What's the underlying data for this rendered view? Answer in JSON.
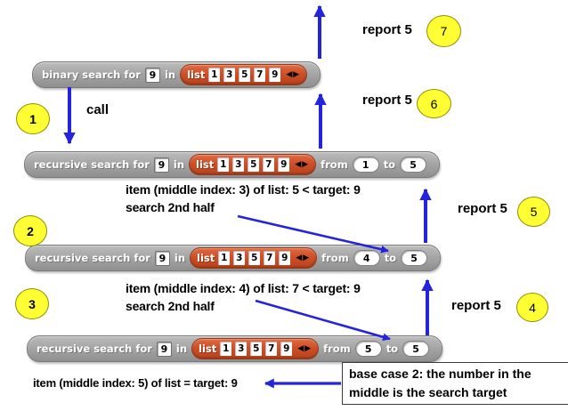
{
  "colors": {
    "block_gray": "#a6a6a6",
    "block_border": "#787878",
    "list_orange": "#cf4f27",
    "arrow_blue": "#2424dd",
    "badge_yellow": "#ffff33",
    "badge_border": "#8f8f00",
    "text": "#000000"
  },
  "blocks": [
    {
      "id": "binary-search",
      "prefix": "binary search for",
      "target": "9",
      "in_label": "in",
      "list": {
        "label": "list",
        "items": [
          "1",
          "3",
          "5",
          "7",
          "9"
        ],
        "arrows_icon": "◀▶"
      }
    },
    {
      "id": "recursive-search-1",
      "prefix": "recursive search for",
      "target": "9",
      "in_label": "in",
      "list": {
        "label": "list",
        "items": [
          "1",
          "3",
          "5",
          "7",
          "9"
        ],
        "arrows_icon": "◀▶"
      },
      "from_label": "from",
      "from_value": "1",
      "to_label": "to",
      "to_value": "5"
    },
    {
      "id": "recursive-search-2",
      "prefix": "recursive search for",
      "target": "9",
      "in_label": "in",
      "list": {
        "label": "list",
        "items": [
          "1",
          "3",
          "5",
          "7",
          "9"
        ],
        "arrows_icon": "◀▶"
      },
      "from_label": "from",
      "from_value": "4",
      "to_label": "to",
      "to_value": "5"
    },
    {
      "id": "recursive-search-3",
      "prefix": "recursive search for",
      "target": "9",
      "in_label": "in",
      "list": {
        "label": "list",
        "items": [
          "1",
          "3",
          "5",
          "7",
          "9"
        ],
        "arrows_icon": "◀▶"
      },
      "from_label": "from",
      "from_value": "5",
      "to_label": "to",
      "to_value": "5"
    }
  ],
  "call_label": "call",
  "step_badges": [
    "1",
    "2",
    "3"
  ],
  "reports": [
    {
      "label": "report 5",
      "badge": "7"
    },
    {
      "label": "report 5",
      "badge": "6"
    },
    {
      "label": "report 5",
      "badge": "5"
    },
    {
      "label": "report 5",
      "badge": "4"
    }
  ],
  "annotations": {
    "step2_line1": "item (middle index: 3) of list: 5 < target: 9",
    "step2_line2": "search 2nd half",
    "step3_line1": "item (middle index: 4) of list: 7 < target: 9",
    "step3_line2": "search 2nd half",
    "final_line": "item (middle index: 5) of list = target: 9",
    "base_case_line1": "base case 2: the number in the",
    "base_case_line2": "middle is the search target"
  }
}
